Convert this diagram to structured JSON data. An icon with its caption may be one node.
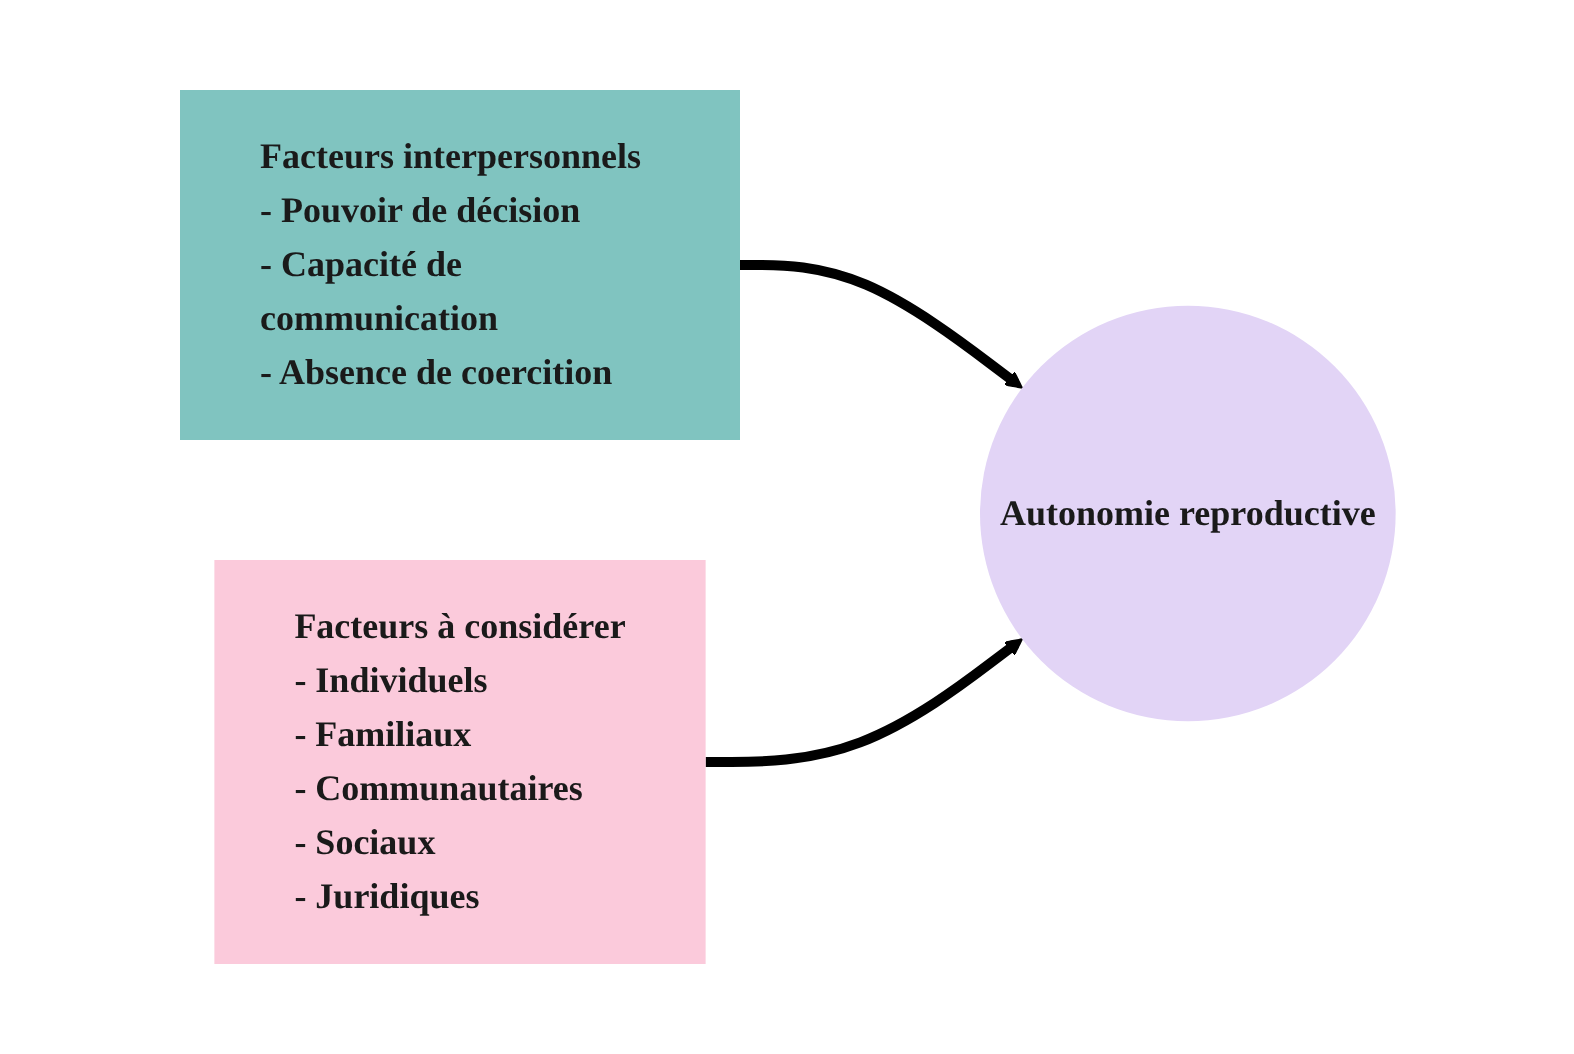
{
  "diagram": {
    "nodes": [
      {
        "text": [
          "Facteurs interpersonnels",
          "- Pouvoir de décision",
          "- Capacité de communication",
          "- Absence de coercition"
        ]
      },
      {
        "text": [
          "Facteurs à considérer",
          "- Individuels",
          "- Familiaux",
          "- Communautaires",
          "- Sociaux",
          "- Juridiques"
        ]
      },
      {
        "text": [
          "Autonomie reproductive"
        ]
      }
    ],
    "edges": [
      {
        "from": 0,
        "to": 2,
        "arrow": "to"
      },
      {
        "from": 1,
        "to": 2,
        "arrow": "to"
      }
    ]
  }
}
